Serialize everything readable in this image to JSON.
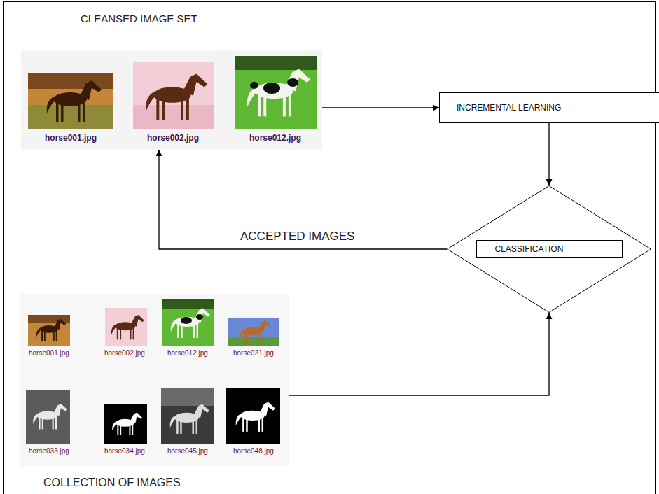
{
  "diagram": {
    "nodes": [
      {
        "text": [
          "CLEANSED IMAGE SET",
          "horse001.jpg",
          "horse002.jpg",
          "horse012.jpg"
        ]
      },
      {
        "text": [
          "INCREMENTAL LEARNING"
        ]
      },
      {
        "text": [
          "CLASSIFICATION"
        ]
      },
      {
        "text": [
          "COLLECTION OF IMAGES",
          "horse001.jpg",
          "horse002.jpg",
          "horse012.jpg",
          "horse021.jpg",
          "horse033.jpg",
          "horse034.jpg",
          "horse045.jpg",
          "horse048.jpg"
        ]
      }
    ],
    "edges": [
      {
        "from": 0,
        "to": 1,
        "arrow": "to"
      },
      {
        "from": 1,
        "to": 2,
        "arrow": "to"
      },
      {
        "from": 3,
        "to": 2,
        "arrow": "to"
      },
      {
        "from": 2,
        "to": 0,
        "arrow": "to",
        "label": "ACCEPTED IMAGES"
      }
    ]
  }
}
